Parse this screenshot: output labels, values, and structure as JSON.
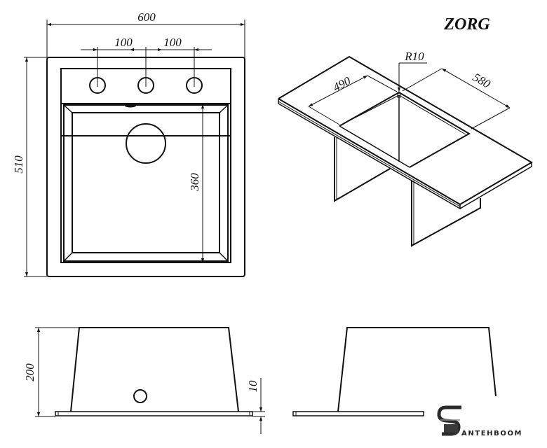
{
  "title": "ZORG",
  "brand": {
    "logo_letter": "S",
    "name": "ANTEHBOOM"
  },
  "top_view": {
    "overall_width": "600",
    "overall_depth": "510",
    "faucet_spacing_left": "100",
    "faucet_spacing_right": "100",
    "bowl_depth": "360",
    "faucet_holes": 3
  },
  "isometric_view": {
    "cutout_width": "490",
    "cutout_depth": "580",
    "corner_radius": "R10"
  },
  "front_view": {
    "height": "200",
    "flange_thickness": "10"
  },
  "colors": {
    "line": "#111111",
    "background": "#ffffff"
  }
}
